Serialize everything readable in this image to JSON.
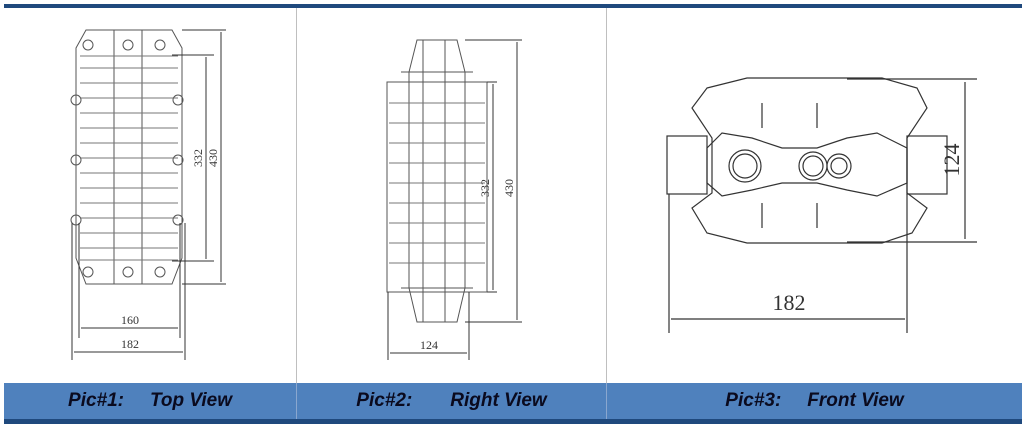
{
  "panels": [
    {
      "label": "Pic#1:",
      "title": "Top View",
      "dims": [
        "332",
        "430",
        "160",
        "182"
      ]
    },
    {
      "label": "Pic#2:",
      "title": "Right View",
      "dims": [
        "332",
        "430",
        "124"
      ]
    },
    {
      "label": "Pic#3:",
      "title": "Front View",
      "dims": [
        "124",
        "182"
      ]
    }
  ],
  "colors": {
    "caption_bg": "#4f81bd",
    "border": "#1f497d"
  }
}
